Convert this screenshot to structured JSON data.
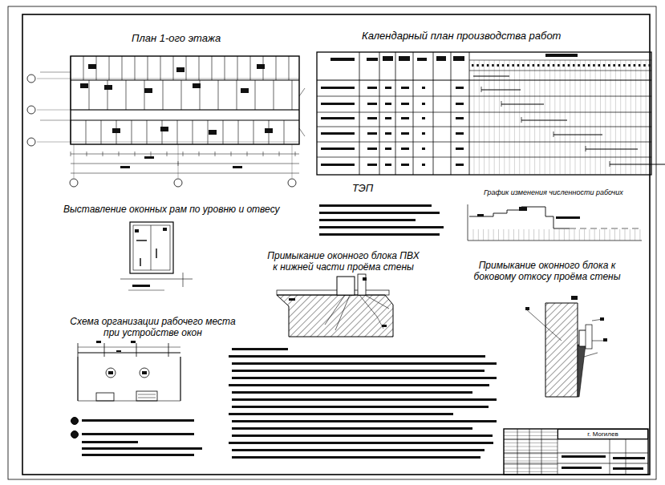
{
  "diagram": {
    "nodes": [
      {
        "text": [
          "г. Могилев"
        ]
      }
    ],
    "labels": [
      "План 1-ого этажа",
      "Календарный план производства работ",
      "ТЭП",
      "График изменения численности рабочих",
      "Выставление оконных рам по уровню и отвесу",
      "Примыкание оконного блока ПВХ к нижней части проёма стены",
      "Примыкание оконного блока к боковому откосу проёма стены",
      "Схема организации рабочего места при устройстве окон"
    ]
  }
}
